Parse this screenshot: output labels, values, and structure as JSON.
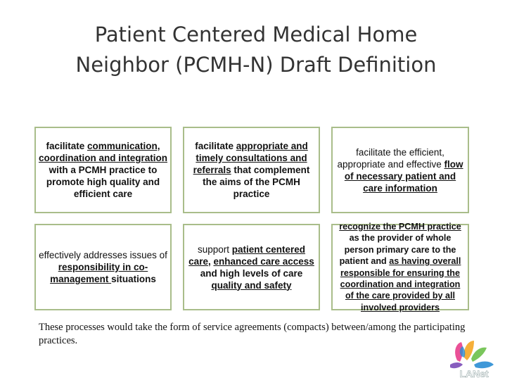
{
  "title": {
    "line1": "Patient Centered Medical Home",
    "line2": "Neighbor (PCMH-N) Draft Definition"
  },
  "boxes": [
    {
      "p1": "facilitate ",
      "p2": "communication, coordination and integration",
      "p3": " with a PCMH practice to promote high quality and efficient care"
    },
    {
      "p1": "facilitate ",
      "p2": "appropriate and timely consultations and referrals",
      "p3": " that complement the aims of the PCMH practice"
    },
    {
      "p1": "facilitate the efficient, appropriate and effective ",
      "p2": "flow of necessary patient and care information"
    },
    {
      "p1": "effectively addresses issues of ",
      "p2": "responsibility in co-management ",
      "p3": "situations"
    },
    {
      "p1": "support ",
      "p2": "patient centered care",
      "p3": ", ",
      "p4": "enhanced care access",
      "p5": " and high levels of care ",
      "p6": "quality and safety"
    },
    {
      "p1": "recognize the PCMH practice ",
      "p2": "as the provider of whole person primary care to the patient and ",
      "p3": "as having overall responsible for ensuring the coordination and integration of the care provided by all involved providers"
    }
  ],
  "footer": "These processes would take the form of service agreements (compacts) between/among the participating practices.",
  "logo": {
    "text": "LANet",
    "colors": [
      "#e83e8c",
      "#f5a623",
      "#2a8dd4",
      "#6cc04a",
      "#7b4bb7"
    ]
  }
}
